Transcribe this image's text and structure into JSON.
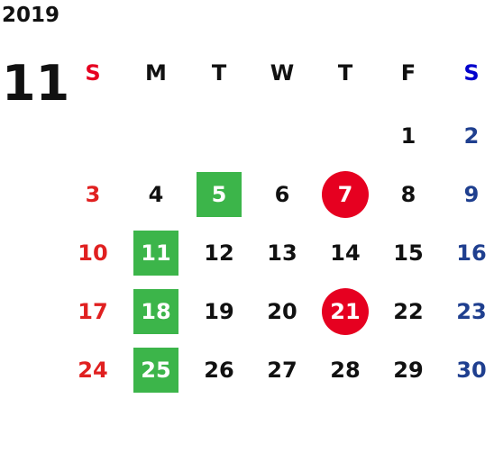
{
  "calendar": {
    "year": "2019",
    "month": "11",
    "weekdays": [
      {
        "label": "S",
        "color": "#e60020"
      },
      {
        "label": "M",
        "color": "#111111"
      },
      {
        "label": "T",
        "color": "#111111"
      },
      {
        "label": "W",
        "color": "#111111"
      },
      {
        "label": "T",
        "color": "#111111"
      },
      {
        "label": "F",
        "color": "#111111"
      },
      {
        "label": "S",
        "color": "#0000cc"
      }
    ],
    "weeks": [
      [
        null,
        null,
        null,
        null,
        null,
        {
          "day": "1",
          "color": "#111111"
        },
        {
          "day": "2",
          "color": "#1f3f8f"
        }
      ],
      [
        {
          "day": "3",
          "color": "#e02020"
        },
        {
          "day": "4",
          "color": "#111111"
        },
        {
          "day": "5",
          "mark": "box"
        },
        {
          "day": "6",
          "color": "#111111"
        },
        {
          "day": "7",
          "mark": "circle"
        },
        {
          "day": "8",
          "color": "#111111"
        },
        {
          "day": "9",
          "color": "#1f3f8f"
        }
      ],
      [
        {
          "day": "10",
          "color": "#e02020"
        },
        {
          "day": "11",
          "mark": "box"
        },
        {
          "day": "12",
          "color": "#111111"
        },
        {
          "day": "13",
          "color": "#111111"
        },
        {
          "day": "14",
          "color": "#111111"
        },
        {
          "day": "15",
          "color": "#111111"
        },
        {
          "day": "16",
          "color": "#1f3f8f"
        }
      ],
      [
        {
          "day": "17",
          "color": "#e02020"
        },
        {
          "day": "18",
          "mark": "box"
        },
        {
          "day": "19",
          "color": "#111111"
        },
        {
          "day": "20",
          "color": "#111111"
        },
        {
          "day": "21",
          "mark": "circle"
        },
        {
          "day": "22",
          "color": "#111111"
        },
        {
          "day": "23",
          "color": "#1f3f8f"
        }
      ],
      [
        {
          "day": "24",
          "color": "#e02020"
        },
        {
          "day": "25",
          "mark": "box"
        },
        {
          "day": "26",
          "color": "#111111"
        },
        {
          "day": "27",
          "color": "#111111"
        },
        {
          "day": "28",
          "color": "#111111"
        },
        {
          "day": "29",
          "color": "#111111"
        },
        {
          "day": "30",
          "color": "#1f3f8f"
        }
      ]
    ],
    "marks": {
      "box_color": "#3cb54a",
      "circle_color": "#e60020"
    }
  }
}
